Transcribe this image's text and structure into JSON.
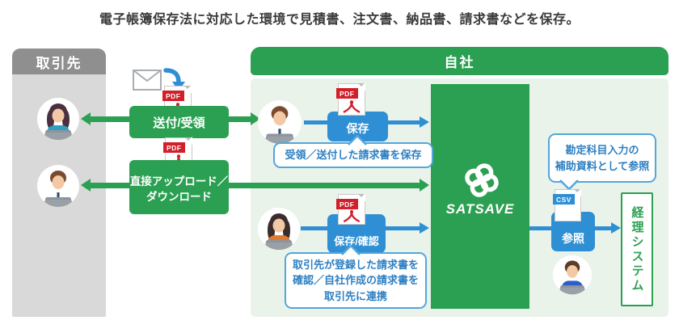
{
  "title": "電子帳簿保存法に対応した環境で見積書、注文書、納品書、請求書などを保存。",
  "partner_panel": {
    "header": "取引先"
  },
  "company_panel": {
    "header": "自社"
  },
  "flow": {
    "send_receive_label": "送付/受領",
    "direct_upload_line1": "直接アップロード／",
    "direct_upload_line2": "ダウンロード",
    "save_label": "保存",
    "save_note": "受領／送付した請求書を保存",
    "save_confirm_label": "保存/確認",
    "confirm_note_line1": "取引先が登録した請求書を",
    "confirm_note_line2": "確認／自社作成の請求書を",
    "confirm_note_line3": "取引先に連携",
    "reference_label": "参照",
    "reference_note_line1": "勘定科目入力の",
    "reference_note_line2": "補助資料として参照"
  },
  "satsave": {
    "brand": "SATSAVE"
  },
  "accounting": {
    "label": "経理システム"
  },
  "icons": {
    "pdf_label": "PDF",
    "csv_label": "CSV"
  },
  "colors": {
    "green": "#2ba052",
    "light_green": "#e9f3ea",
    "blue": "#2e8fd4",
    "gray_header": "#8f8f8f",
    "gray_panel": "#d9d9d9",
    "pdf_red": "#d1202a",
    "bubble_border": "#54a6dc",
    "bubble_text": "#2e7fc1"
  }
}
